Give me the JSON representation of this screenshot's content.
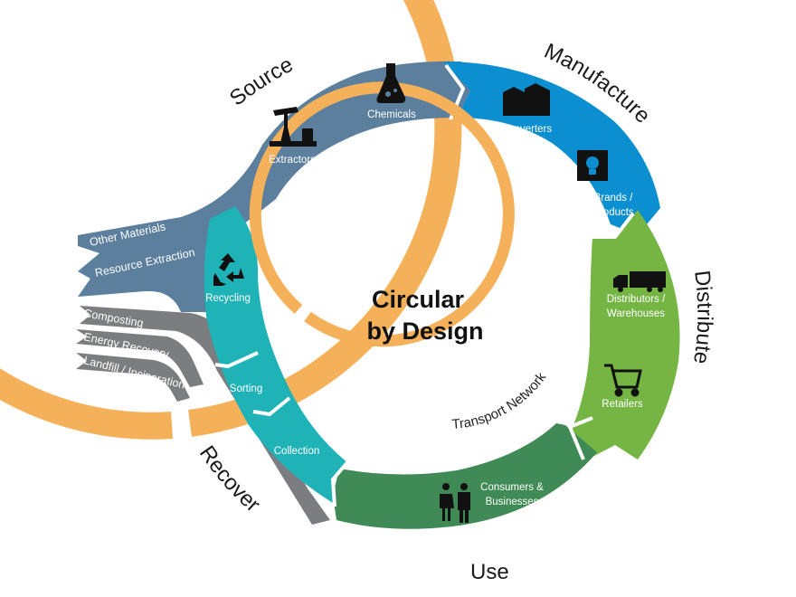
{
  "center": {
    "line1": "Circular",
    "line2": "by Design"
  },
  "ring_label": "Transport Network",
  "stages": {
    "source": "Source",
    "manufacture": "Manufacture",
    "distribute": "Distribute",
    "use": "Use",
    "recover": "Recover"
  },
  "nodes": {
    "chemicals": "Chemicals",
    "extractors": "Extractors",
    "converters": "Converters",
    "brands_1": "Brands /",
    "brands_2": "Products",
    "distributors_1": "Distributors /",
    "distributors_2": "Warehouses",
    "retailers": "Retailers",
    "consumers_1": "Consumers &",
    "consumers_2": "Businesses",
    "collection": "Collection",
    "sorting": "Sorting",
    "recycling": "Recycling"
  },
  "inputs": [
    "Other Materials",
    "Resource Extraction"
  ],
  "outputs": [
    "Composting",
    "Energy Recovery",
    "Landfill / Incineration"
  ],
  "colors": {
    "outer_ring": "#f5b05a",
    "source": "#5c7f9e",
    "manufacture": "#0b8fd0",
    "distribute": "#74b543",
    "use": "#3f8a55",
    "recover": "#1fb3b8",
    "outputs": "#7c7d80",
    "inner_ring": "#f5b05a"
  }
}
